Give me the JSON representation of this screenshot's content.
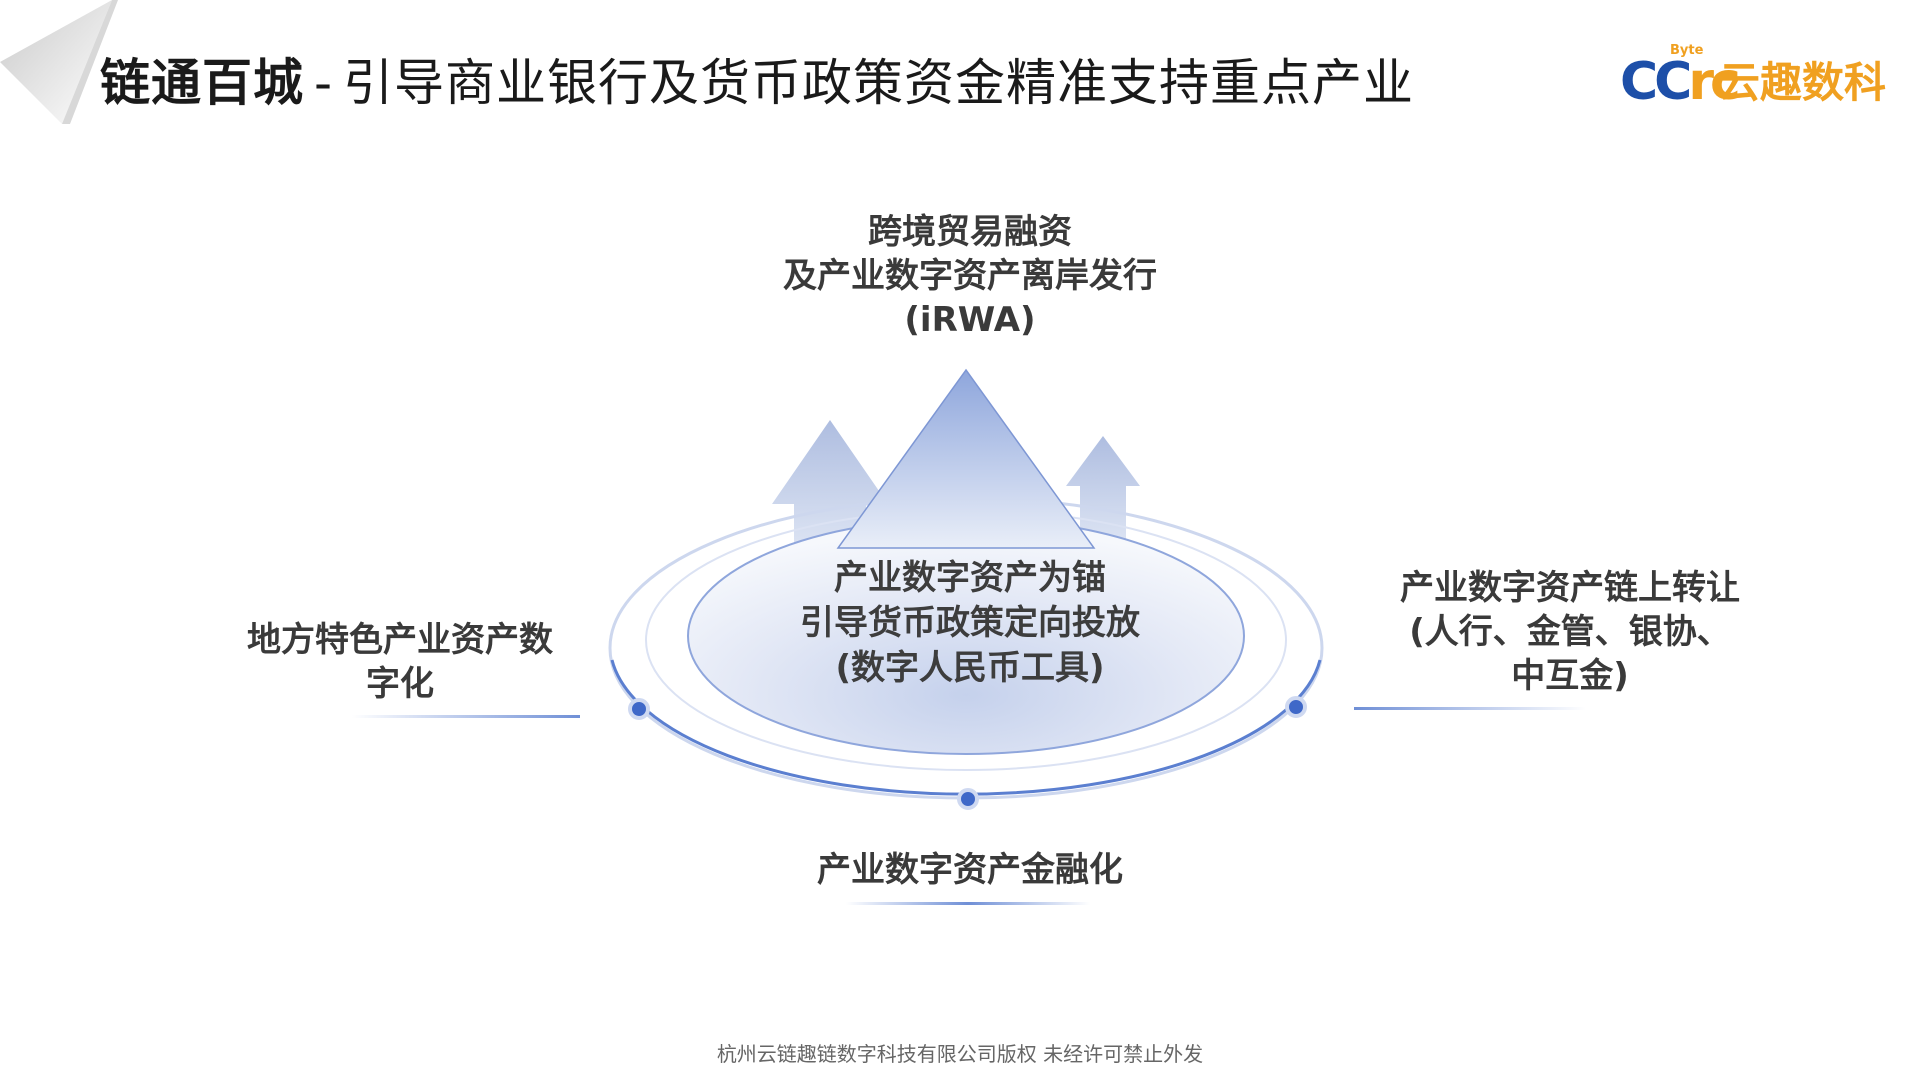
{
  "header": {
    "title_strong": "链通百城",
    "title_separator": "-",
    "title_rest": "引导商业银行及货币政策资金精准支持重点产业"
  },
  "logo": {
    "mark_left": "CC",
    "mark_right": "rc",
    "byte": "Byte",
    "name": "云趣数科"
  },
  "diagram": {
    "top": [
      "跨境贸易融资",
      "及产业数字资产离岸发行",
      "(iRWA)"
    ],
    "center": [
      "产业数字资产为锚",
      "引导货币政策定向投放",
      "(数字人民币工具)"
    ],
    "left": [
      "地方特色产业资产数",
      "字化"
    ],
    "right": [
      "产业数字资产链上转让",
      "(人行、金管、银协、",
      "中互金)"
    ],
    "bottom": [
      "产业数字资产金融化"
    ]
  },
  "colors": {
    "accent": "#5b7fd0",
    "accent_light": "#dfe6f5",
    "dot": "#3f68c8",
    "text": "#3a3a3a"
  },
  "footer": {
    "copyright": "杭州云链趣链数字科技有限公司版权 未经许可禁止外发"
  }
}
